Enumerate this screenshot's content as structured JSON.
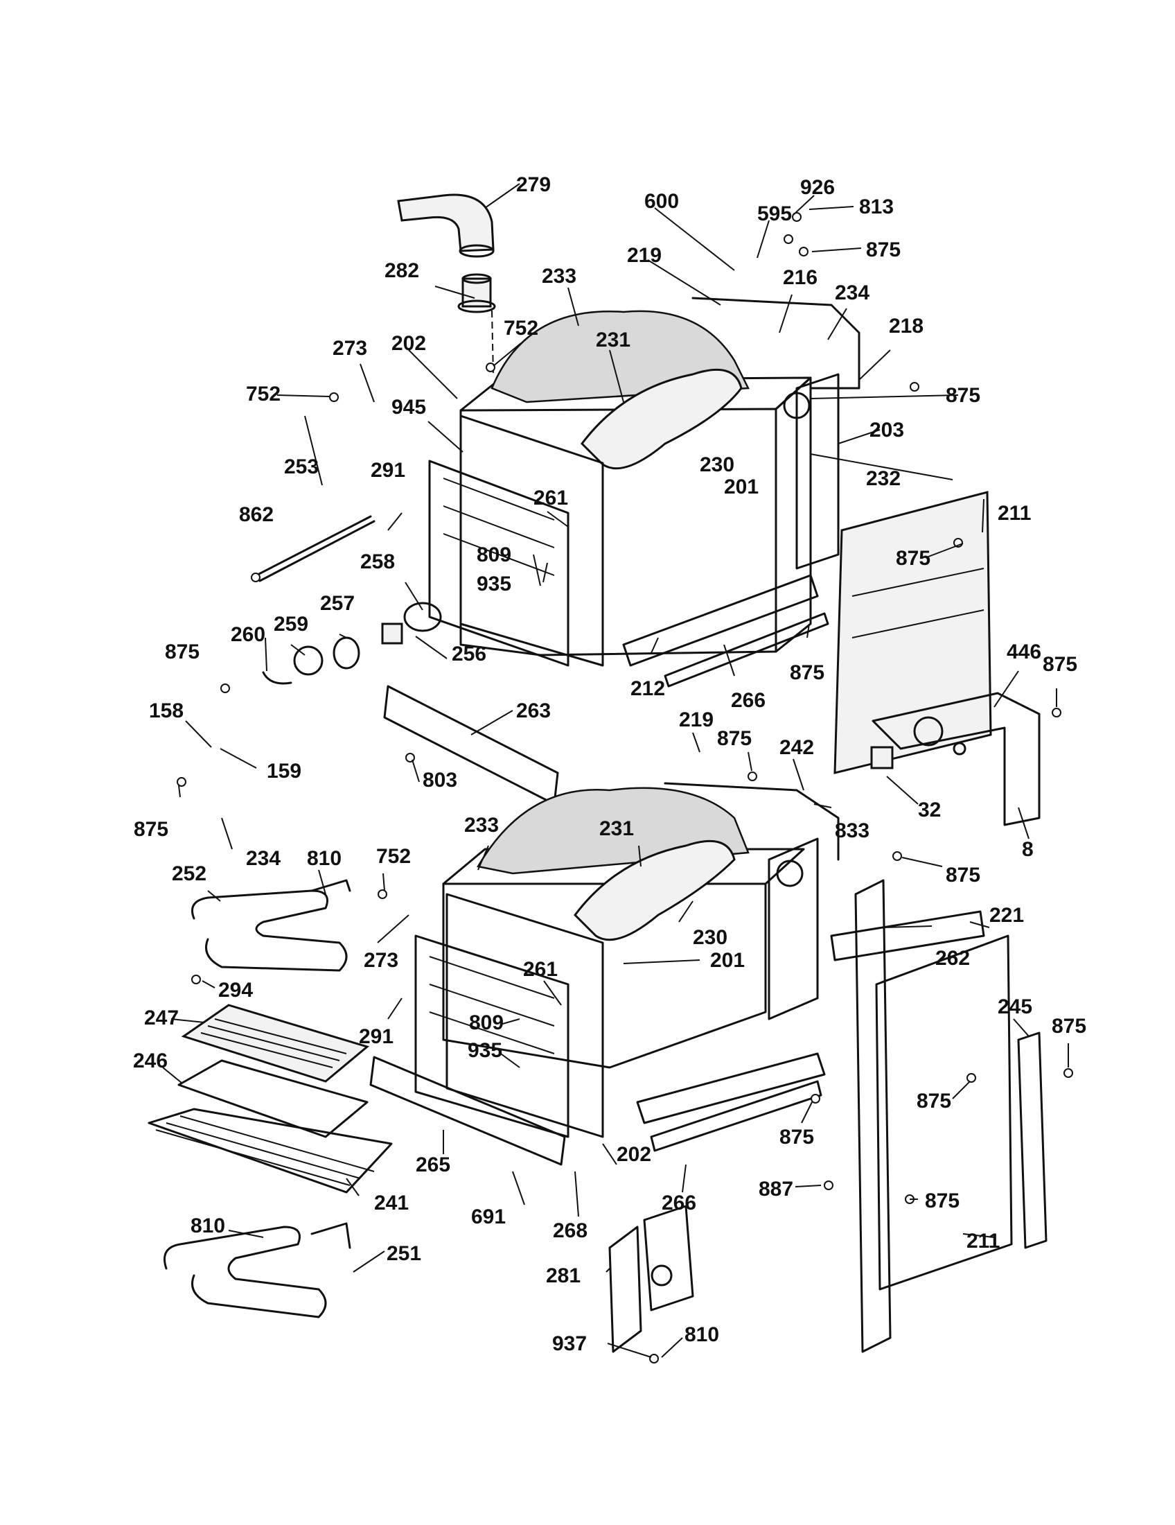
{
  "diagram": {
    "callouts": [
      {
        "id": "c279a",
        "text": "279"
      },
      {
        "id": "c600",
        "text": "600"
      },
      {
        "id": "c926",
        "text": "926"
      },
      {
        "id": "c813",
        "text": "813"
      },
      {
        "id": "c595",
        "text": "595"
      },
      {
        "id": "c875a",
        "text": "875"
      },
      {
        "id": "c219a",
        "text": "219"
      },
      {
        "id": "c282",
        "text": "282"
      },
      {
        "id": "c233a",
        "text": "233"
      },
      {
        "id": "c216",
        "text": "216"
      },
      {
        "id": "c234a",
        "text": "234"
      },
      {
        "id": "c752a",
        "text": "752"
      },
      {
        "id": "c218",
        "text": "218"
      },
      {
        "id": "c273a",
        "text": "273"
      },
      {
        "id": "c202a",
        "text": "202"
      },
      {
        "id": "c231a",
        "text": "231"
      },
      {
        "id": "c752b",
        "text": "752"
      },
      {
        "id": "c875b",
        "text": "875"
      },
      {
        "id": "c945",
        "text": "945"
      },
      {
        "id": "c203",
        "text": "203"
      },
      {
        "id": "c253",
        "text": "253"
      },
      {
        "id": "c291a",
        "text": "291"
      },
      {
        "id": "c230a",
        "text": "230"
      },
      {
        "id": "c232",
        "text": "232"
      },
      {
        "id": "c201a",
        "text": "201"
      },
      {
        "id": "c261a",
        "text": "261"
      },
      {
        "id": "c211a",
        "text": "211"
      },
      {
        "id": "c862",
        "text": "862"
      },
      {
        "id": "c809a",
        "text": "809"
      },
      {
        "id": "c875c",
        "text": "875"
      },
      {
        "id": "c258",
        "text": "258"
      },
      {
        "id": "c935a",
        "text": "935"
      },
      {
        "id": "c257",
        "text": "257"
      },
      {
        "id": "c260",
        "text": "260"
      },
      {
        "id": "c259",
        "text": "259"
      },
      {
        "id": "c446",
        "text": "446"
      },
      {
        "id": "c875d",
        "text": "875"
      },
      {
        "id": "c875e",
        "text": "875"
      },
      {
        "id": "c256",
        "text": "256"
      },
      {
        "id": "c875f",
        "text": "875"
      },
      {
        "id": "c212",
        "text": "212"
      },
      {
        "id": "c266a",
        "text": "266"
      },
      {
        "id": "c158",
        "text": "158"
      },
      {
        "id": "c263",
        "text": "263"
      },
      {
        "id": "c219b",
        "text": "219"
      },
      {
        "id": "c875g",
        "text": "875"
      },
      {
        "id": "c242",
        "text": "242"
      },
      {
        "id": "c159",
        "text": "159"
      },
      {
        "id": "c803",
        "text": "803"
      },
      {
        "id": "c32",
        "text": "32"
      },
      {
        "id": "c875h",
        "text": "875"
      },
      {
        "id": "c233b",
        "text": "233"
      },
      {
        "id": "c231b",
        "text": "231"
      },
      {
        "id": "c833",
        "text": "833"
      },
      {
        "id": "c234b",
        "text": "234"
      },
      {
        "id": "c8",
        "text": "8"
      },
      {
        "id": "c810a",
        "text": "810"
      },
      {
        "id": "c752c",
        "text": "752"
      },
      {
        "id": "c875i",
        "text": "875"
      },
      {
        "id": "c252",
        "text": "252"
      },
      {
        "id": "c221",
        "text": "221"
      },
      {
        "id": "c230b",
        "text": "230"
      },
      {
        "id": "c262",
        "text": "262"
      },
      {
        "id": "c201b",
        "text": "201"
      },
      {
        "id": "c273b",
        "text": "273"
      },
      {
        "id": "c294",
        "text": "294"
      },
      {
        "id": "c261b",
        "text": "261"
      },
      {
        "id": "c245",
        "text": "245"
      },
      {
        "id": "c875j",
        "text": "875"
      },
      {
        "id": "c247",
        "text": "247"
      },
      {
        "id": "c291b",
        "text": "291"
      },
      {
        "id": "c809b",
        "text": "809"
      },
      {
        "id": "c935b",
        "text": "935"
      },
      {
        "id": "c246",
        "text": "246"
      },
      {
        "id": "c875k",
        "text": "875"
      },
      {
        "id": "c875l",
        "text": "875"
      },
      {
        "id": "c265",
        "text": "265"
      },
      {
        "id": "c202b",
        "text": "202"
      },
      {
        "id": "c241",
        "text": "241"
      },
      {
        "id": "c266b",
        "text": "266"
      },
      {
        "id": "c887",
        "text": "887"
      },
      {
        "id": "c875m",
        "text": "875"
      },
      {
        "id": "c810b",
        "text": "810"
      },
      {
        "id": "c691",
        "text": "691"
      },
      {
        "id": "c268",
        "text": "268"
      },
      {
        "id": "c211b",
        "text": "211"
      },
      {
        "id": "c251",
        "text": "251"
      },
      {
        "id": "c281",
        "text": "281"
      },
      {
        "id": "c937",
        "text": "937"
      },
      {
        "id": "c810c",
        "text": "810"
      }
    ]
  }
}
